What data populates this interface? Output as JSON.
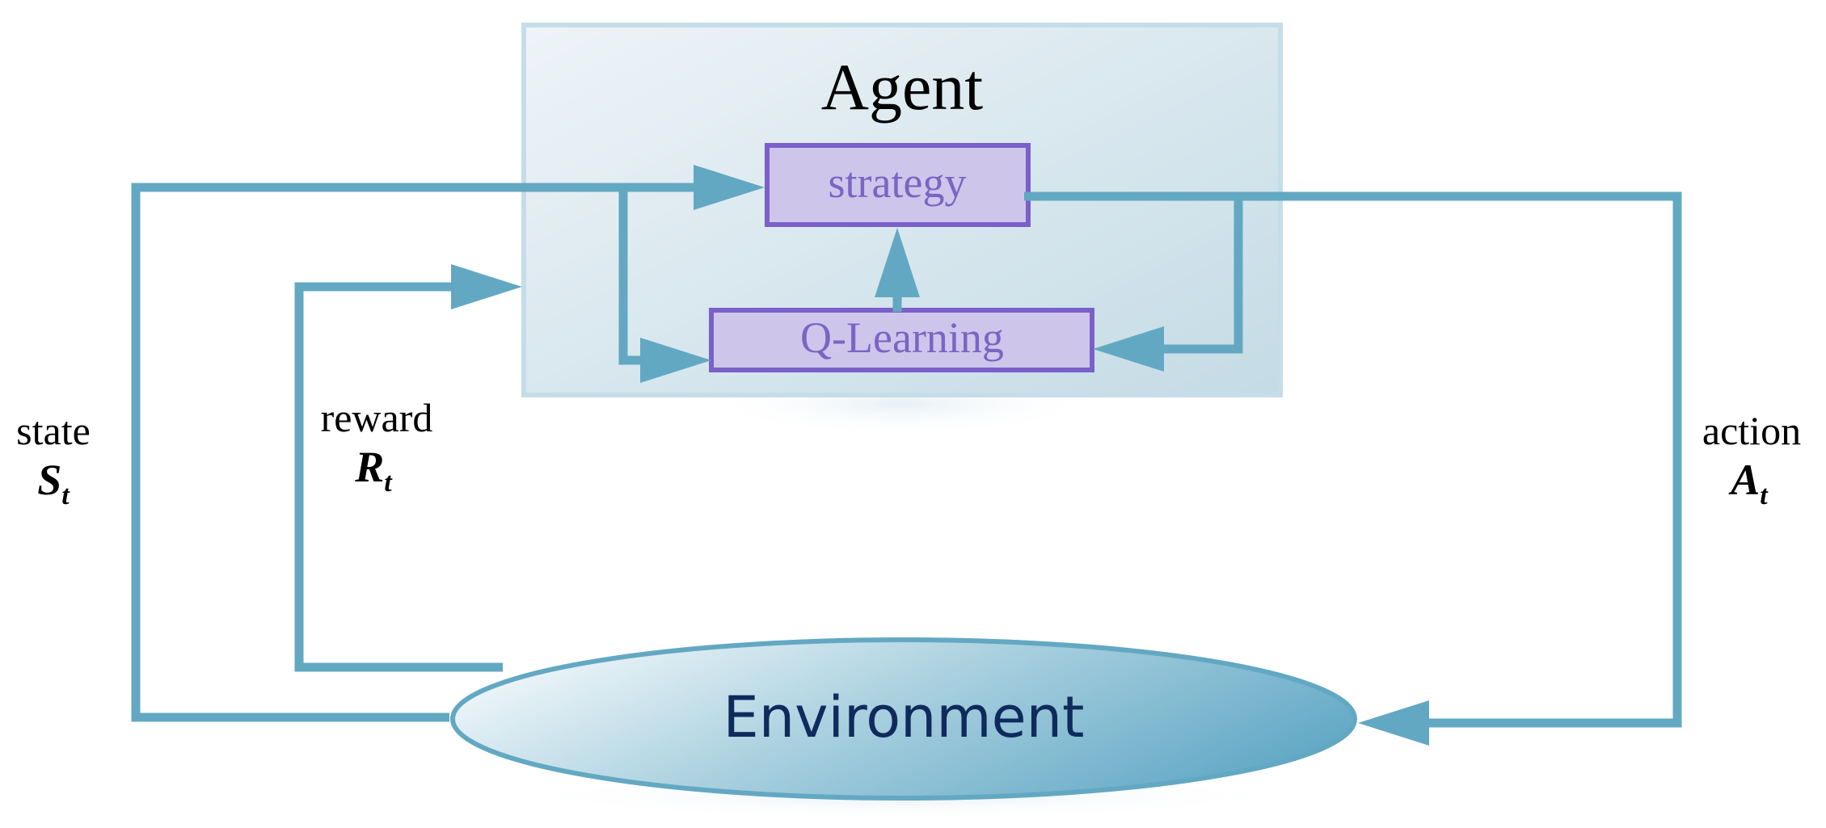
{
  "agent": {
    "title": "Agent",
    "strategy_label": "strategy",
    "qlearning_label": "Q-Learning"
  },
  "environment": {
    "label": "Environment"
  },
  "signals": {
    "state": {
      "label": "state",
      "symbol": "S",
      "subscript": "t"
    },
    "reward": {
      "label": "reward",
      "symbol": "R",
      "subscript": "t"
    },
    "action": {
      "label": "action",
      "symbol": "A",
      "subscript": "t"
    }
  },
  "colors": {
    "arrow": "#63a8c2",
    "agent_box_fill_start": "#eef4f8",
    "agent_box_fill_end": "#c6dde6",
    "agent_box_border": "#c5dde8",
    "module_fill": "#cdc6ea",
    "module_border": "#7a60c8",
    "module_text": "#7a64c4",
    "env_fill_start": "#edf5f9",
    "env_fill_end": "#63a8c6",
    "env_border": "#63a8c2",
    "env_text": "#0f2a5c",
    "text": "#000000"
  }
}
